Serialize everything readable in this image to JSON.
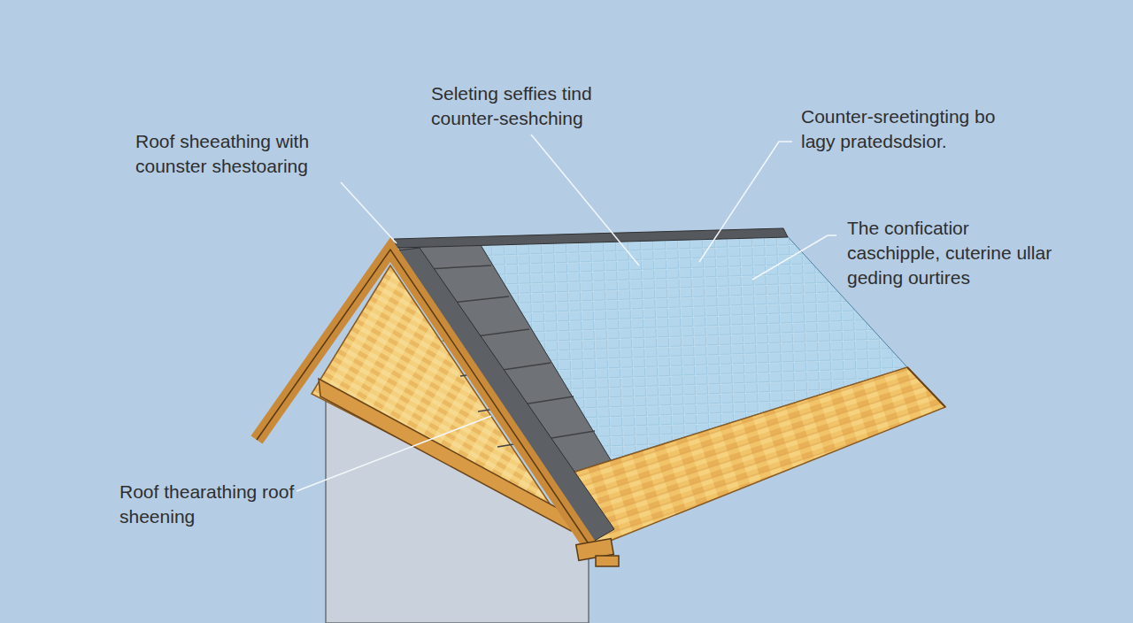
{
  "diagram": {
    "labels": [
      "Roof sheeathing with counster shestoaring",
      "Seleting seffies tind counter-seshching",
      "Counter-sreetingting bo lagy pratedsdsior.",
      "The conficatior caschipple, cuterine ullar geding ourtires",
      "Roof thearathing roof sheening"
    ]
  }
}
